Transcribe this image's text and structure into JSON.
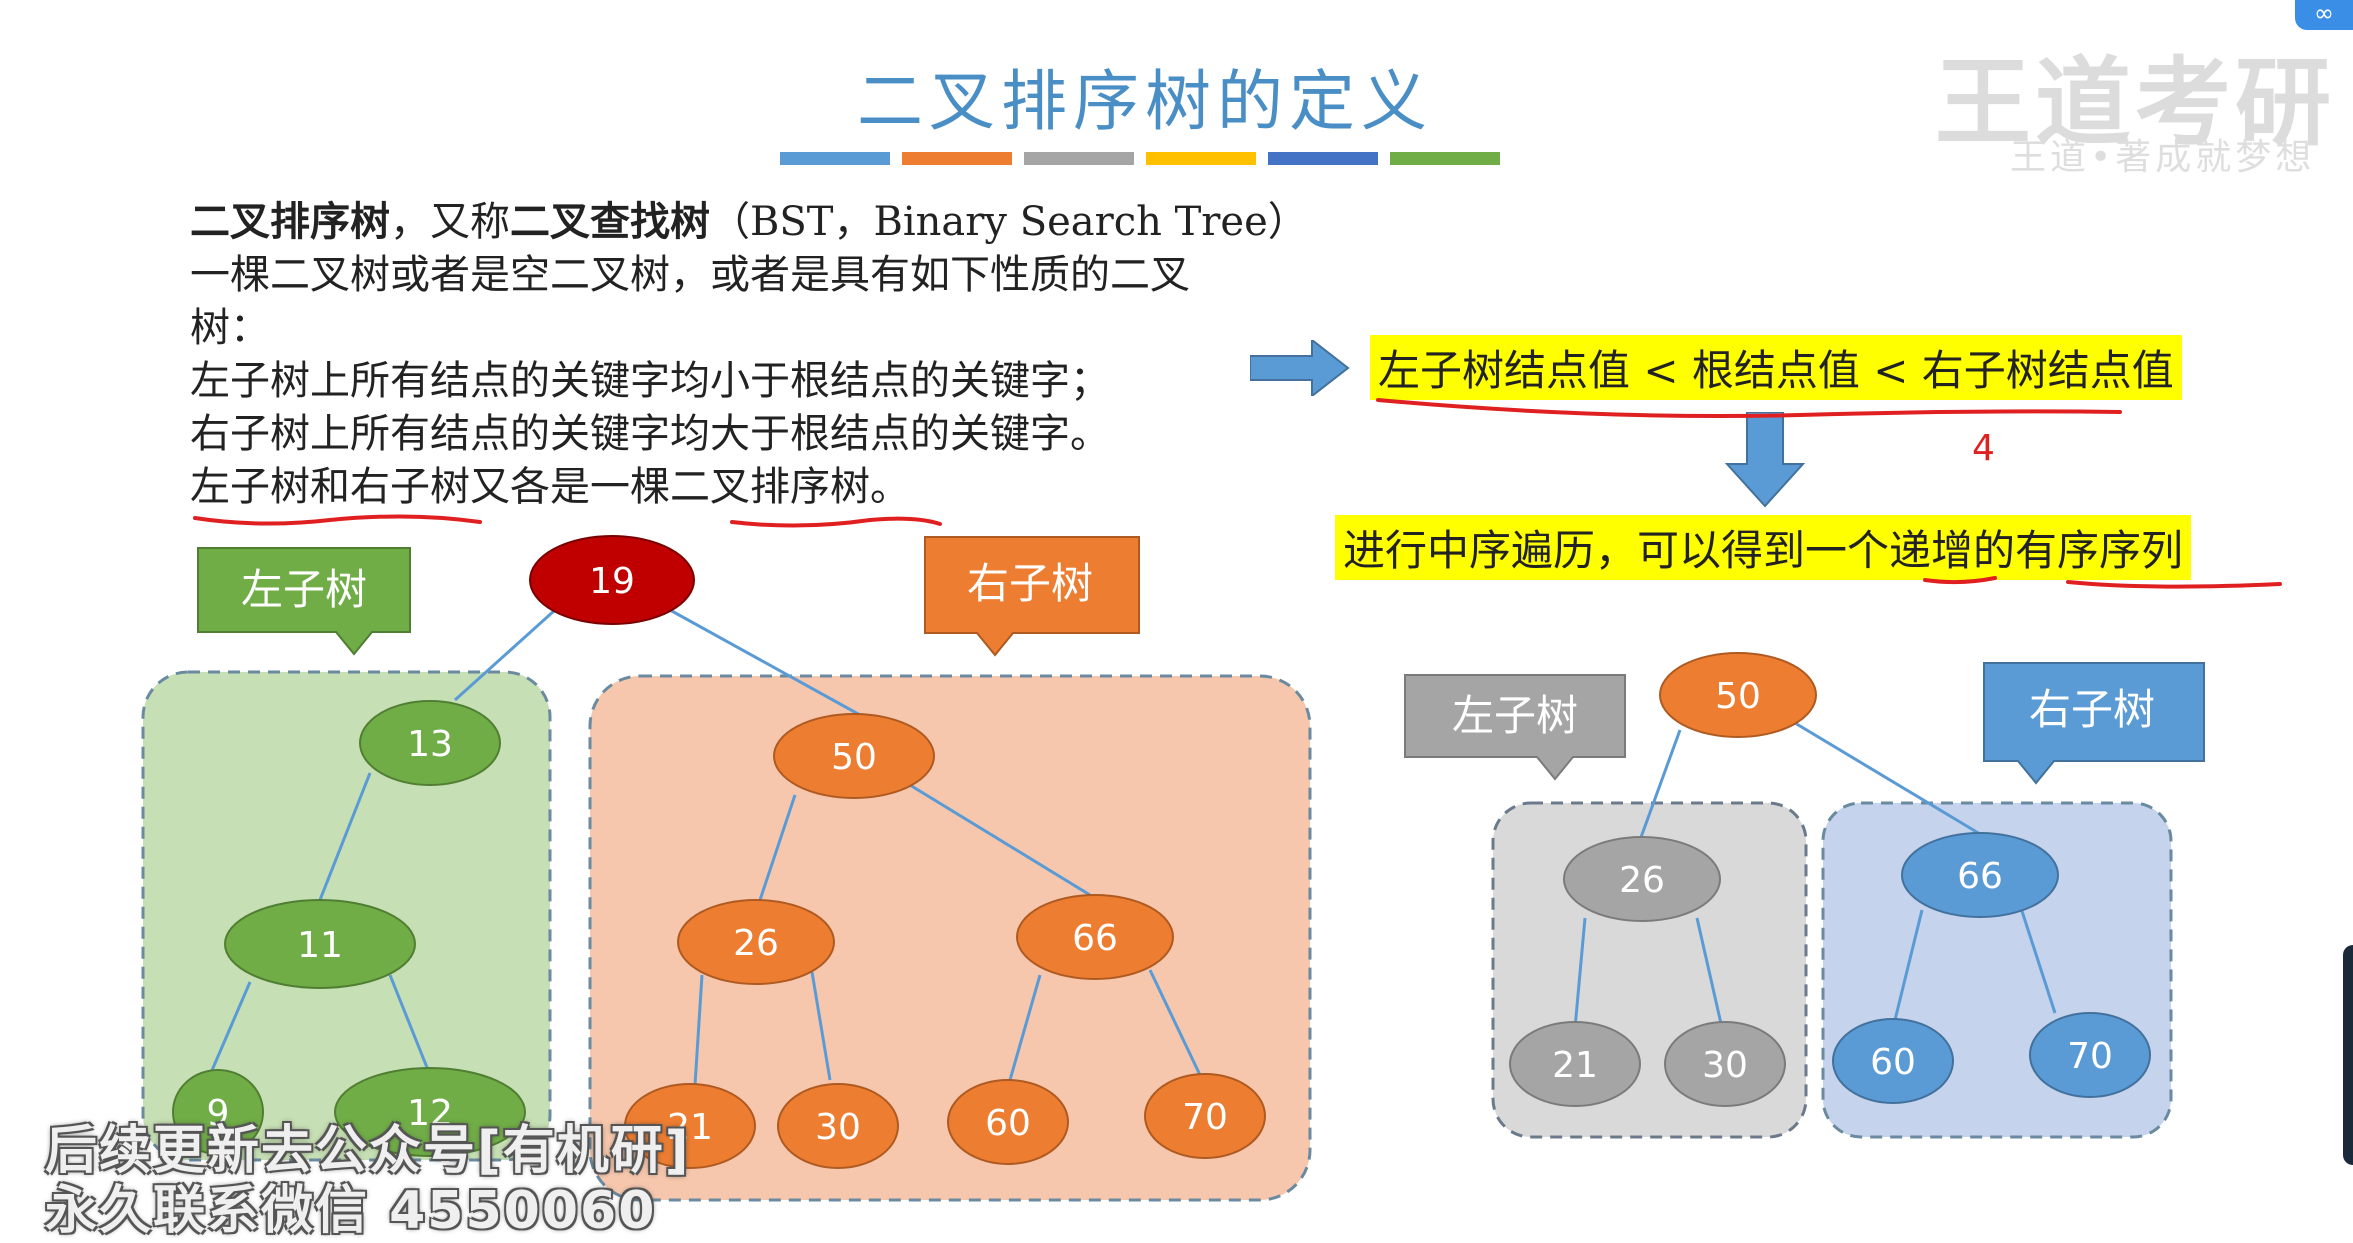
{
  "slide": {
    "title": "二叉排序树的定义",
    "title_bar_colors": [
      "#5b9bd5",
      "#ed7d31",
      "#a5a5a5",
      "#ffc000",
      "#4472c4",
      "#70ad47"
    ],
    "watermark_logo": "王道考研",
    "watermark_sub": "王道•著成就梦想",
    "corner_icon": "infinity-icon"
  },
  "definition": {
    "line1_term": "二叉排序树",
    "line1_mid": "，又称",
    "line1_term2": "二叉查找树",
    "line1_rest": "（BST，Binary Search Tree）",
    "line2": "一棵二叉树或者是空二叉树，或者是具有如下性质的二叉",
    "line3": "树：",
    "line4": "左子树上所有结点的关键字均小于根结点的关键字；",
    "line5": "右子树上所有结点的关键字均大于根结点的关键字。",
    "line6": "左子树和右子树又各是一棵二叉排序树。"
  },
  "property": {
    "highlight1": "左子树结点值 < 根结点值 < 右子树结点值",
    "highlight2": "进行中序遍历，可以得到一个递增的有序序列",
    "handwritten_note": "4"
  },
  "tree_left": {
    "left_label": "左子树",
    "right_label": "右子树",
    "root": "19",
    "nodes": [
      "13",
      "11",
      "9",
      "12",
      "50",
      "26",
      "66",
      "21",
      "30",
      "60",
      "70"
    ]
  },
  "tree_right": {
    "left_label": "左子树",
    "right_label": "右子树",
    "root": "50",
    "nodes": [
      "26",
      "66",
      "21",
      "30",
      "60",
      "70"
    ]
  },
  "overlay": {
    "line1": "后续更新去公众号[有机研]",
    "line2": "永久联系微信 4550060"
  }
}
